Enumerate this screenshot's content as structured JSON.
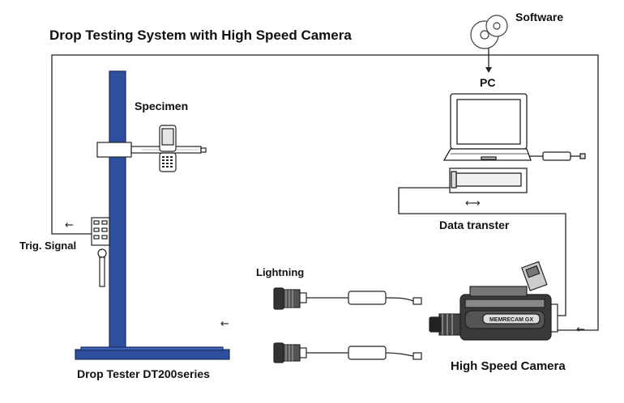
{
  "diagram": {
    "title": "Drop Testing System with High Speed Camera",
    "labels": {
      "software": "Software",
      "pc": "PC",
      "specimen": "Specimen",
      "trig_signal": "Trig. Signal",
      "data_transfer": "Data transter",
      "lightning": "Lightning",
      "high_speed_camera": "High Speed Camera",
      "drop_tester": "Drop Tester DT200series",
      "camera_brand": "MEMRECAM GX"
    },
    "arrows": {
      "left": "←",
      "both": "⟷"
    },
    "colors": {
      "tester_blue": "#2d4f9e",
      "line": "#222222"
    }
  }
}
